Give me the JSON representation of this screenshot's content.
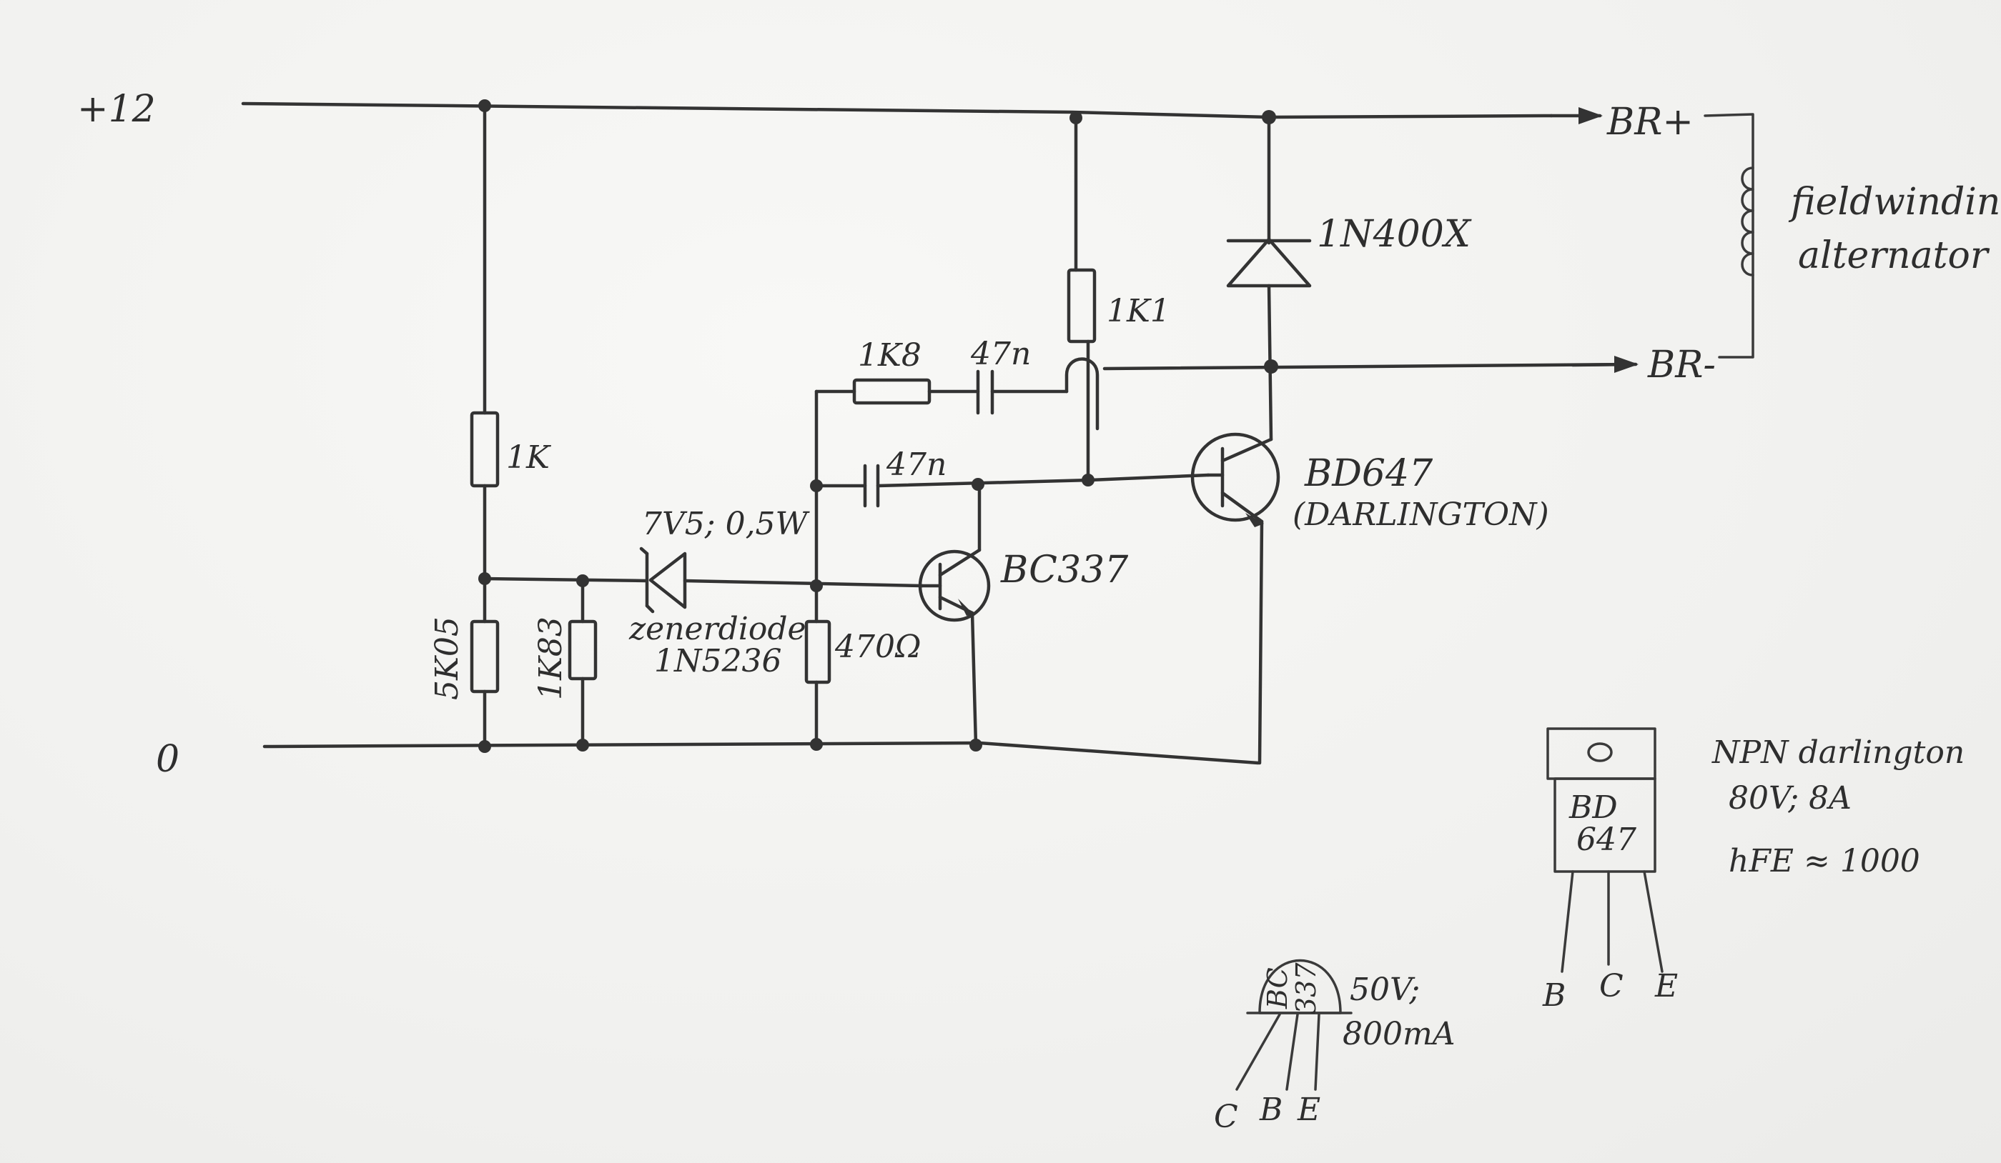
{
  "labels": {
    "supply_plus": "+12",
    "ground": "0",
    "br_plus": "BR+",
    "br_minus": "BR-",
    "field_winding": "fieldwinding",
    "alternator": "alternator",
    "diode": "1N400X",
    "r_1k1": "1K1",
    "r_1k8": "1K8",
    "c_top": "47n",
    "c_mid": "47n",
    "r_1k": "1K",
    "zener_rating": "7V5; 0,5W",
    "zener_name": "zenerdiode",
    "zener_part": "1N5236",
    "r_5k05": "5K05",
    "r_1k83": "1K83",
    "r_470": "470Ω",
    "bc337": "BC337",
    "bd647": "BD647",
    "darlington_note": "(DARLINGTON)"
  },
  "bd647_package": {
    "marking_top": "BD",
    "marking_bottom": "647",
    "pin_b": "B",
    "pin_c": "C",
    "pin_e": "E",
    "desc_line1": "NPN darlington",
    "desc_line2": "80V; 8A",
    "desc_line3": "hFE ≈ 1000"
  },
  "bc337_package": {
    "marking_top": "BC",
    "marking_bottom": "337",
    "pin_c": "C",
    "pin_b": "B",
    "pin_e": "E",
    "spec_line1": "50V;",
    "spec_line2": "800mA"
  },
  "colors": {
    "paper": "#f3f3f1",
    "ink": "#333333"
  }
}
